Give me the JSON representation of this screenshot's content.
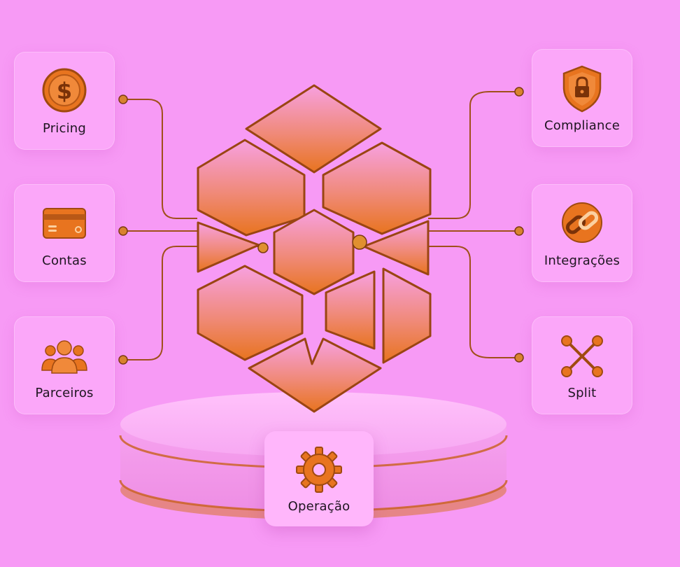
{
  "modules": [
    {
      "id": "pricing",
      "label": "Pricing",
      "icon": "dollar-coin-icon"
    },
    {
      "id": "contas",
      "label": "Contas",
      "icon": "credit-card-icon"
    },
    {
      "id": "parceiros",
      "label": "Parceiros",
      "icon": "people-group-icon"
    },
    {
      "id": "compliance",
      "label": "Compliance",
      "icon": "shield-lock-icon"
    },
    {
      "id": "integracoes",
      "label": "Integrações",
      "icon": "chain-link-icon"
    },
    {
      "id": "split",
      "label": "Split",
      "icon": "split-nodes-icon"
    },
    {
      "id": "operacao",
      "label": "Operação",
      "icon": "gear-icon"
    }
  ],
  "colors": {
    "background": "#f79af5",
    "card": "#ffb2fc",
    "accent": "#e8741f",
    "accent_dark": "#a04a10",
    "line": "#a0501a",
    "text": "#1e1520"
  }
}
